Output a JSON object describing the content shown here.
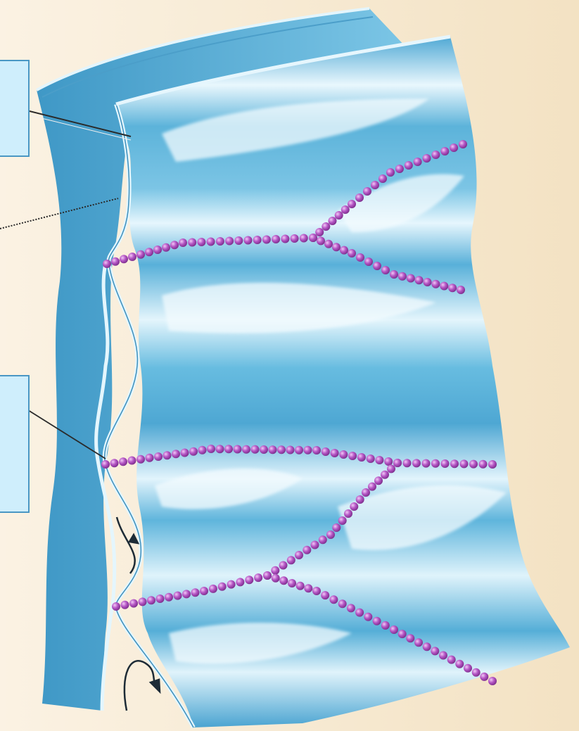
{
  "figure": {
    "title": "",
    "colors": {
      "background": "#f6e8cf",
      "membrane_blue": "#5fb6dc",
      "membrane_highlight": "#e7f7fd",
      "membrane_edge": "#d9f1fb",
      "junction_protein": "#b455c4",
      "label_box_fill": "#cfeefc",
      "label_box_border": "#4a97c4"
    },
    "labels": [
      {
        "id": "label-top",
        "text": ""
      },
      {
        "id": "label-middle",
        "text": ""
      },
      {
        "id": "label-upper-left",
        "text": ""
      }
    ],
    "icons": [
      "curved-arrow-icon",
      "curved-arrow-icon"
    ]
  }
}
